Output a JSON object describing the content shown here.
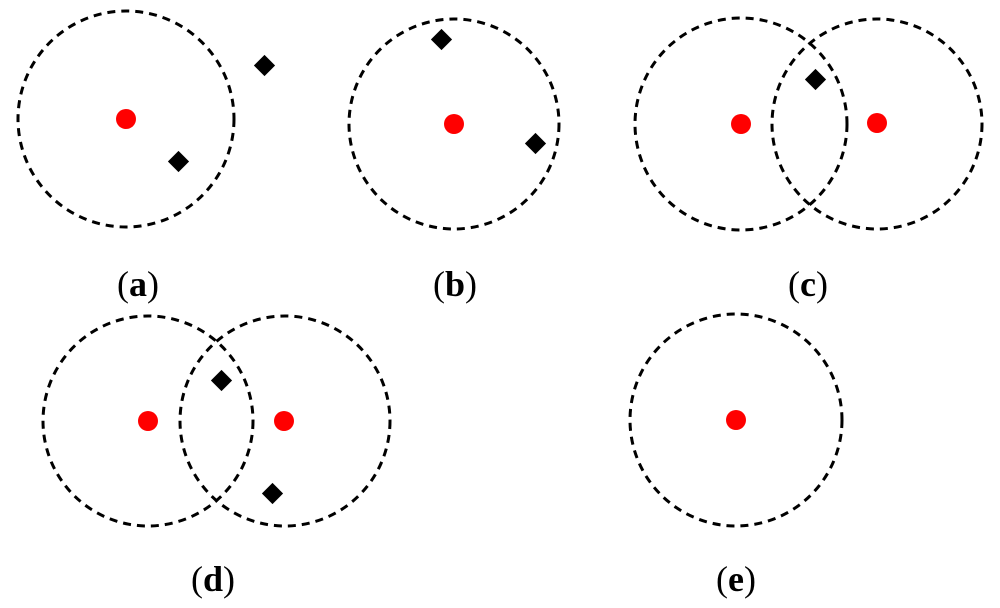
{
  "colors": {
    "center_dot": "#ff0000",
    "diamond": "#000000",
    "circle_stroke": "#000000",
    "background": "#ffffff"
  },
  "panels": [
    {
      "label_open": "(",
      "label_letter": "a",
      "label_close": ")",
      "circles": 1,
      "diamonds": 2
    },
    {
      "label_open": "(",
      "label_letter": "b",
      "label_close": ")",
      "circles": 1,
      "diamonds": 2
    },
    {
      "label_open": "(",
      "label_letter": "c",
      "label_close": ")",
      "circles": 2,
      "diamonds": 1
    },
    {
      "label_open": "(",
      "label_letter": "d",
      "label_close": ")",
      "circles": 2,
      "diamonds": 2
    },
    {
      "label_open": "(",
      "label_letter": "e",
      "label_close": ")",
      "circles": 1,
      "diamonds": 0
    }
  ],
  "icons": {
    "center": "red-dot-icon",
    "node": "black-diamond-icon"
  }
}
